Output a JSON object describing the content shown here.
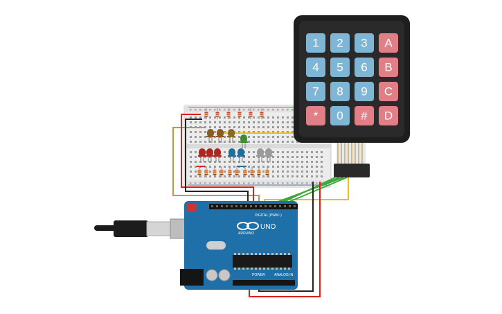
{
  "keypad": {
    "keys": [
      {
        "label": "1",
        "color": "#7fb6d6"
      },
      {
        "label": "2",
        "color": "#7fb6d6"
      },
      {
        "label": "3",
        "color": "#7fb6d6"
      },
      {
        "label": "A",
        "color": "#e07f86"
      },
      {
        "label": "4",
        "color": "#7fb6d6"
      },
      {
        "label": "5",
        "color": "#7fb6d6"
      },
      {
        "label": "6",
        "color": "#7fb6d6"
      },
      {
        "label": "B",
        "color": "#e07f86"
      },
      {
        "label": "7",
        "color": "#7fb6d6"
      },
      {
        "label": "8",
        "color": "#7fb6d6"
      },
      {
        "label": "9",
        "color": "#7fb6d6"
      },
      {
        "label": "C",
        "color": "#e07f86"
      },
      {
        "label": "*",
        "color": "#e07f86"
      },
      {
        "label": "0",
        "color": "#7fb6d6"
      },
      {
        "label": "#",
        "color": "#e07f86"
      },
      {
        "label": "D",
        "color": "#e07f86"
      }
    ]
  },
  "arduino": {
    "logo_text": "ARDUINO",
    "model": "UNO",
    "digital_label": "DIGITAL (PWM~)",
    "power_label": "POWER",
    "analog_label": "ANALOG IN",
    "board_color": "#1f6fa8"
  },
  "leds": [
    {
      "color": "#b0261f"
    },
    {
      "color": "#b0261f"
    },
    {
      "color": "#b0261f"
    },
    {
      "color": "#8a5a22"
    },
    {
      "color": "#8a5a22"
    },
    {
      "color": "#1f6f9a"
    },
    {
      "color": "#1f6f9a"
    },
    {
      "color": "#8a6a22"
    },
    {
      "color": "#3a8f2a"
    },
    {
      "color": "#9a9a9a"
    },
    {
      "color": "#9a9a9a"
    }
  ],
  "wire_colors": {
    "red": "#d8221c",
    "black": "#222222",
    "orange": "#e88a2a",
    "yellow": "#e8c21a",
    "green": "#3fa83a"
  }
}
